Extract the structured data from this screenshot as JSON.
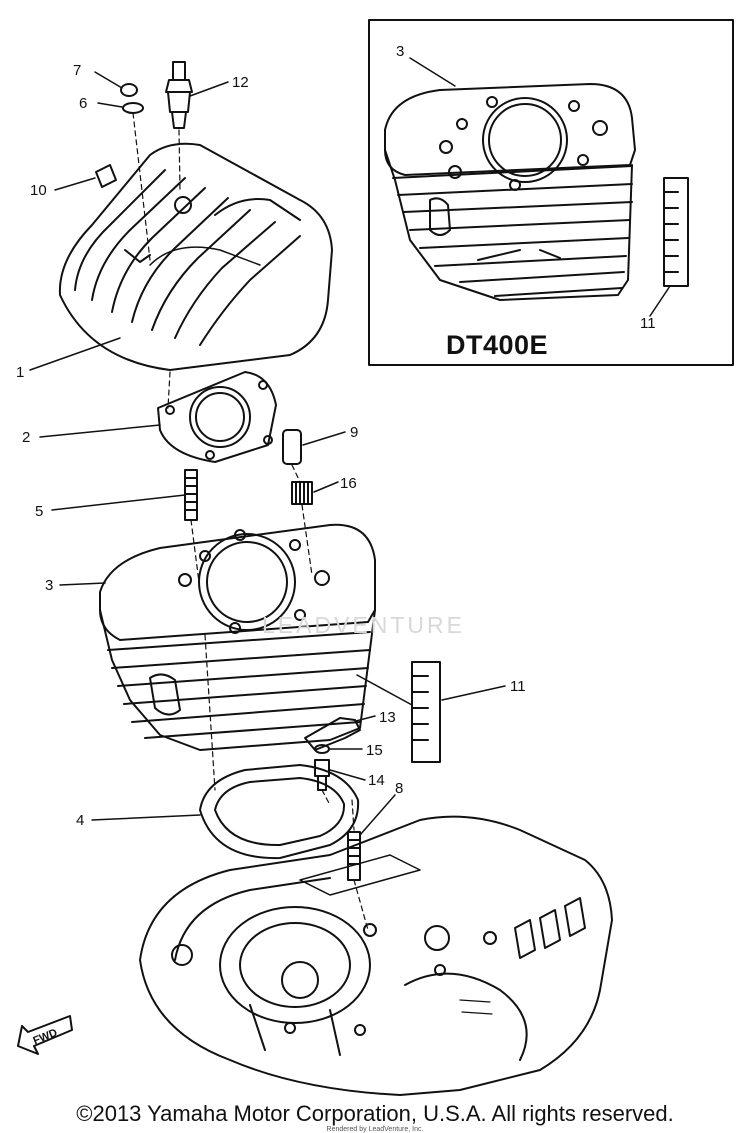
{
  "diagram": {
    "inset_title": "DT400E",
    "watermark": "LEADVENTURE",
    "copyright": "©2013 Yamaha Motor Corporation, U.S.A. All rights reserved.",
    "rendered_by": "Rendered by LeadVenture, Inc.",
    "fwd": "FWD",
    "callouts": {
      "c1": "1",
      "c2": "2",
      "c3": "3",
      "c3_inset": "3",
      "c4": "4",
      "c5": "5",
      "c6": "6",
      "c7": "7",
      "c8": "8",
      "c9": "9",
      "c10": "10",
      "c11": "11",
      "c11_inset": "11",
      "c12": "12",
      "c13": "13",
      "c14": "14",
      "c15": "15",
      "c16": "16"
    }
  }
}
